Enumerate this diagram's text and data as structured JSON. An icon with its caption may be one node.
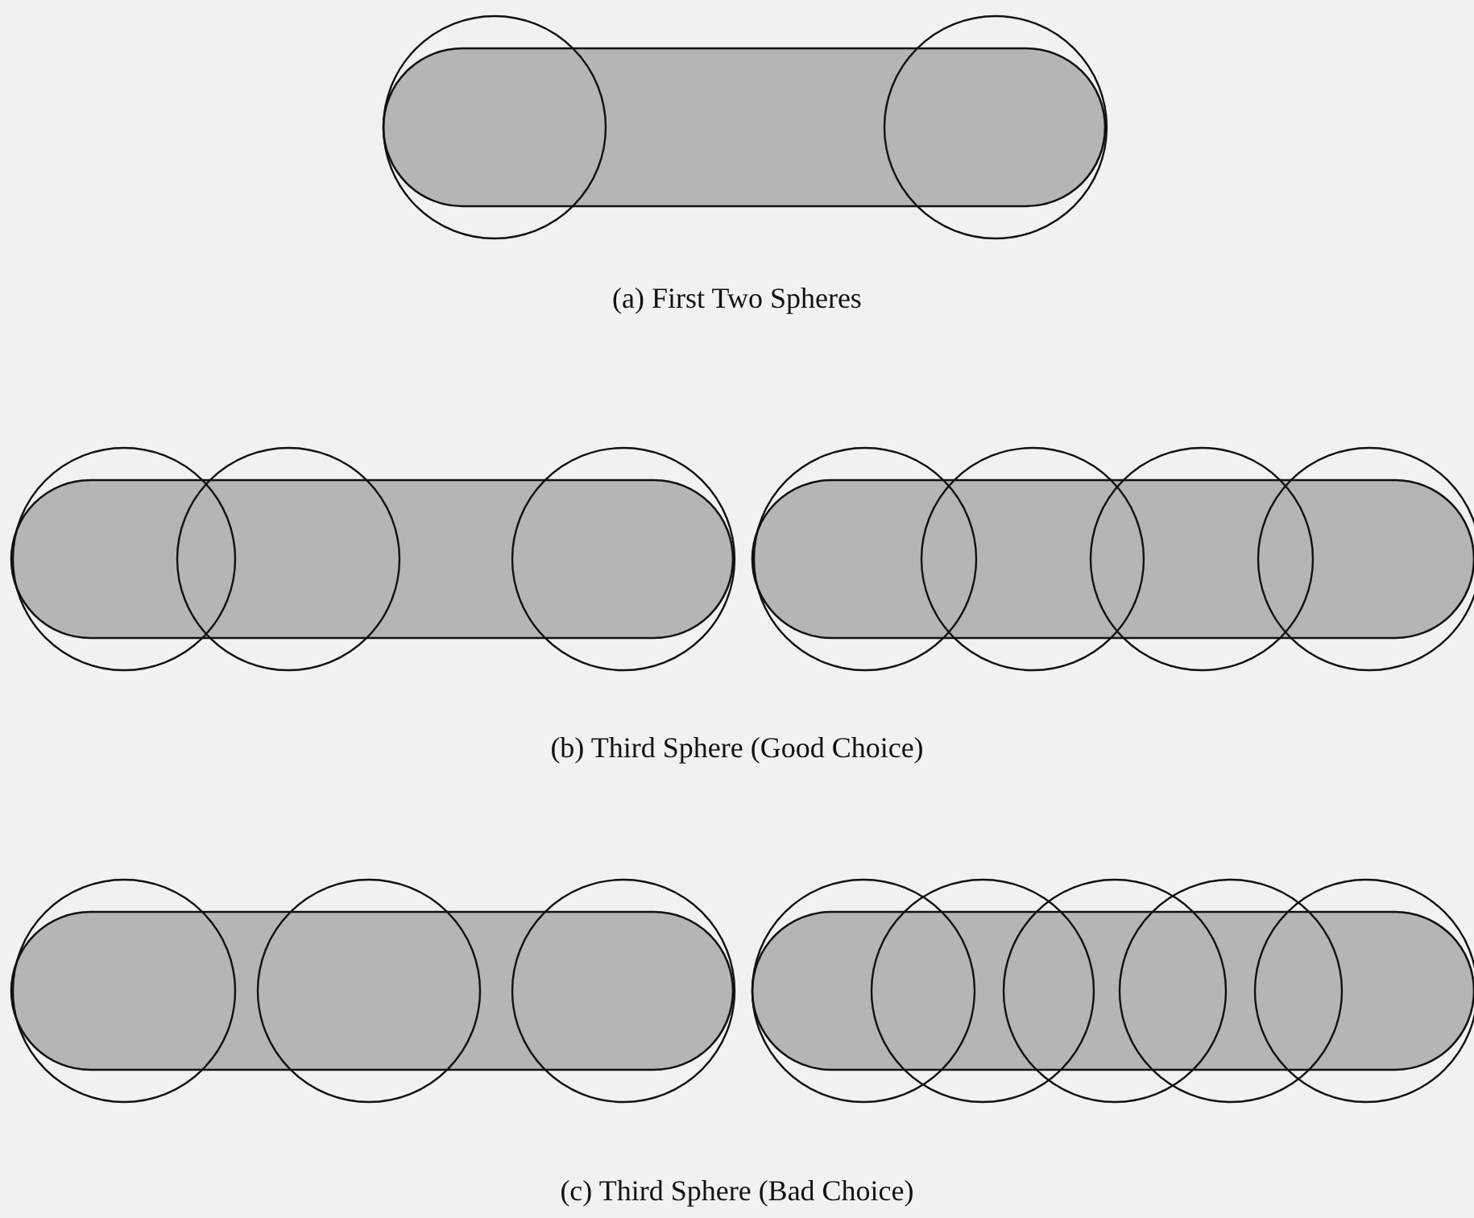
{
  "diagram": {
    "labels": [
      "(a) First Two Spheres",
      "(b) Third Sphere (Good Choice)",
      "(c) Third Sphere (Bad Choice)"
    ]
  }
}
